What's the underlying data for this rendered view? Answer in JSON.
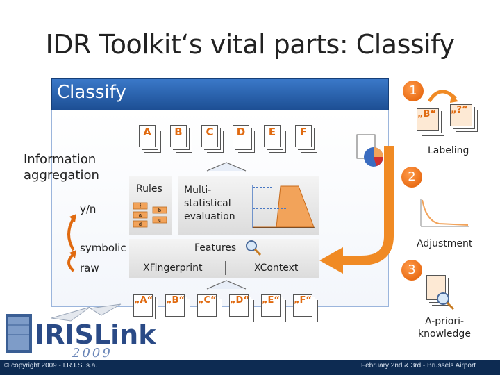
{
  "title": "IDR Toolkit‘s vital parts: Classify",
  "classify": {
    "label": "Classify",
    "badge": "1"
  },
  "left_labels": {
    "information_aggregation": "Information aggregation",
    "yn": "y/n",
    "symbolic": "symbolic",
    "raw": "raw"
  },
  "top_docs": [
    "A",
    "B",
    "C",
    "D",
    "E",
    "F"
  ],
  "rules": {
    "label": "Rules",
    "items": [
      "f",
      "b",
      "a",
      "c",
      "d"
    ]
  },
  "multistatistical": "Multi-statistical evaluation",
  "features": {
    "label": "Features",
    "left": "XFingerprint",
    "right": "XContext"
  },
  "bottom_docs": [
    "„A“",
    "„B“",
    "„C“",
    "„D“",
    "„E“",
    "„F“"
  ],
  "right": {
    "labels_top": [
      "„B“",
      "„?“"
    ],
    "labeling": "Labeling",
    "badge2": "2",
    "adjustment": "Adjustment",
    "badge3": "3",
    "apriori": "A-priori-knowledge"
  },
  "logo": {
    "text": "IRISLink",
    "year": "2009"
  },
  "footer": {
    "left": "© copyright 2009 - I.R.I.S. s.a.",
    "right": "February 2nd & 3rd - Brussels Airport"
  },
  "colors": {
    "bar": "#1d4f94",
    "accent": "#e06a10",
    "footer": "#0d2b52"
  }
}
